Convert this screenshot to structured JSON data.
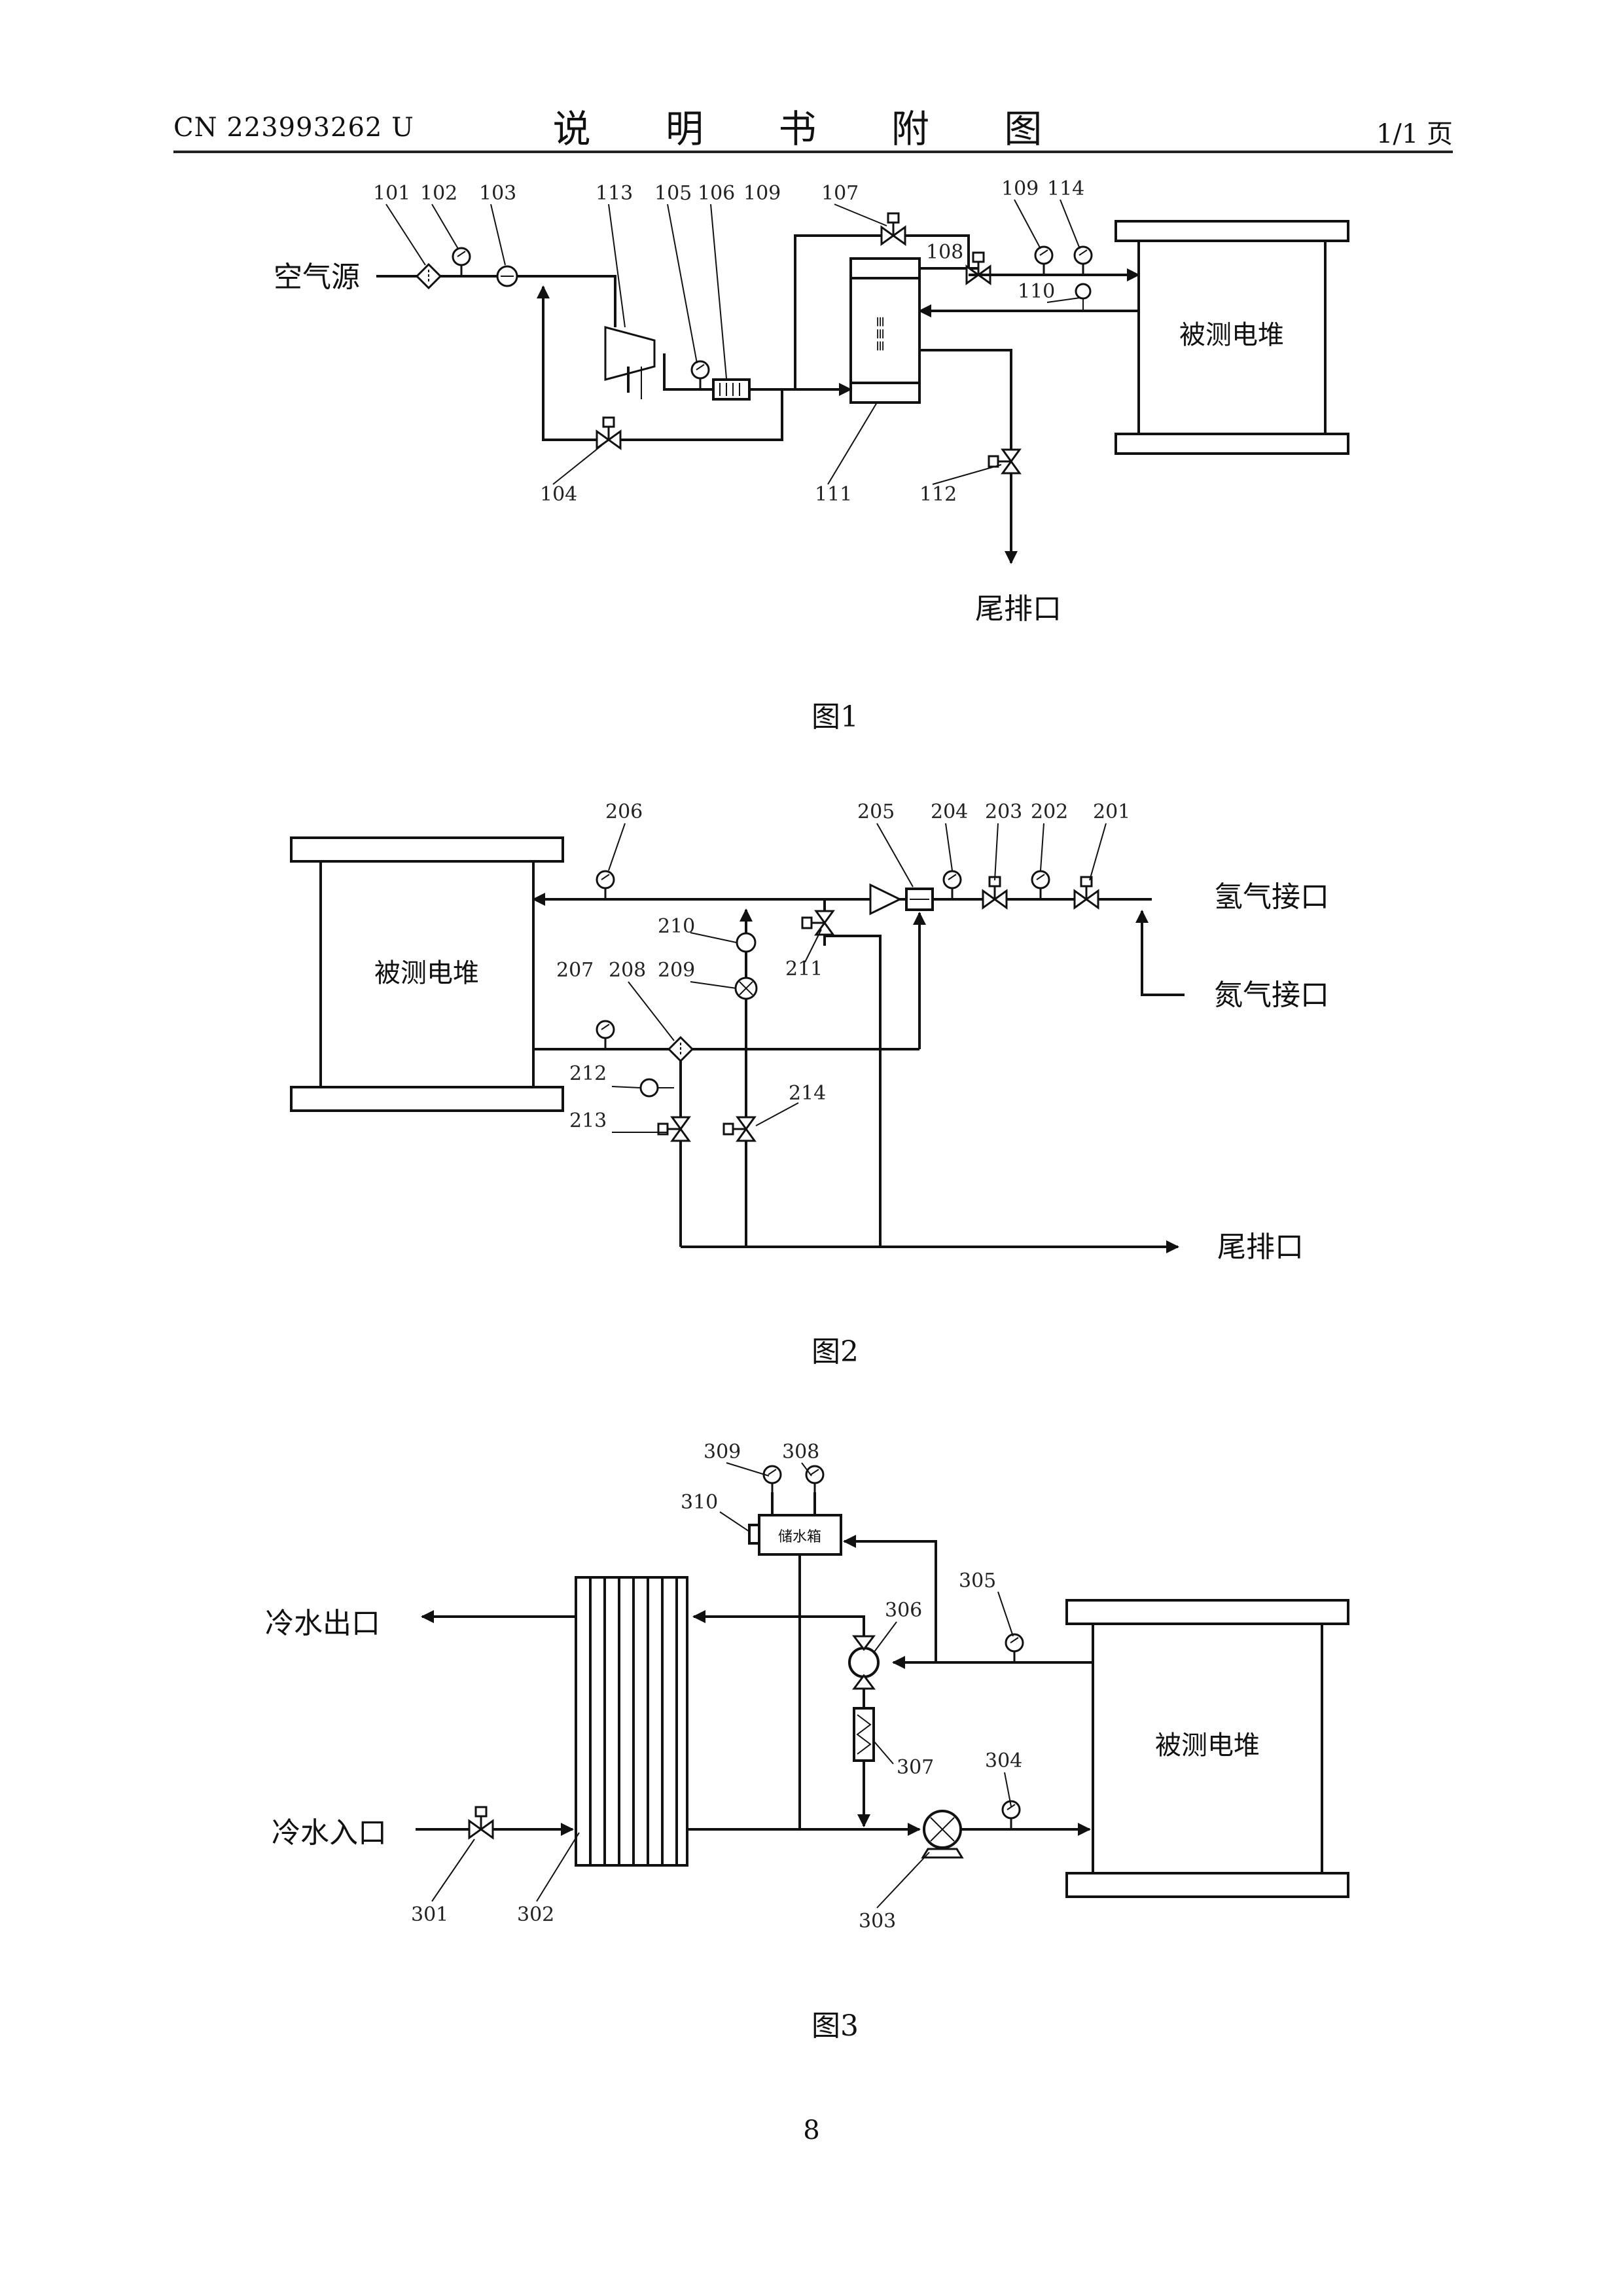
{
  "header": {
    "publication_number": "CN 223993262 U",
    "title": "说 明 书 附 图",
    "page": "1/1 页"
  },
  "fig1": {
    "caption": "图1",
    "labels": {
      "air_source": "空气源",
      "stack": "被测电堆",
      "exhaust": "尾排口"
    },
    "numbers": [
      "101",
      "102",
      "103",
      "113",
      "105",
      "106",
      "109",
      "107",
      "109",
      "114",
      "108",
      "110",
      "104",
      "111",
      "112"
    ]
  },
  "fig2": {
    "caption": "图2",
    "labels": {
      "stack": "被测电堆",
      "hydrogen": "氢气接口",
      "nitrogen": "氮气接口",
      "exhaust": "尾排口"
    },
    "numbers": [
      "206",
      "205",
      "204",
      "203",
      "202",
      "201",
      "210",
      "211",
      "207",
      "208",
      "209",
      "212",
      "213",
      "214"
    ]
  },
  "fig3": {
    "caption": "图3",
    "labels": {
      "cool_out": "冷水出口",
      "cool_in": "冷水入口",
      "stack": "被测电堆",
      "tank": "储水箱"
    },
    "numbers": [
      "309",
      "308",
      "310",
      "305",
      "306",
      "307",
      "304",
      "301",
      "302",
      "303"
    ]
  },
  "footer": {
    "page_number": "8"
  }
}
